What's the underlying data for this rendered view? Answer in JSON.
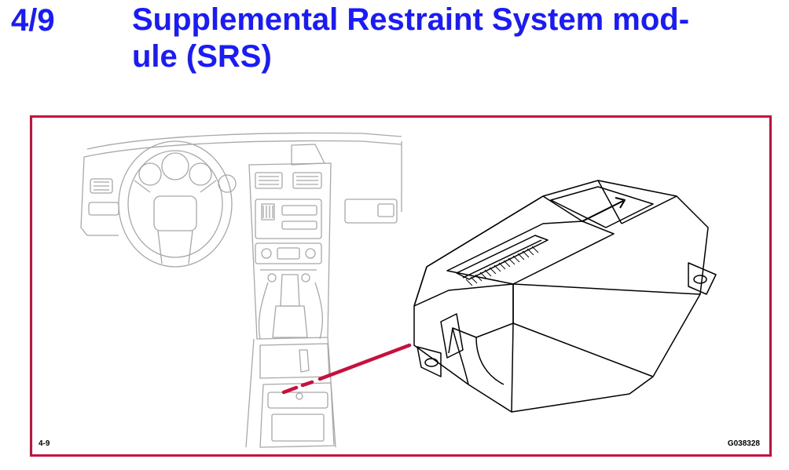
{
  "header": {
    "section_number": "4/9",
    "title_line1": "Supplemental Restraint System mod-",
    "title_line2": "ule (SRS)"
  },
  "figure": {
    "label_left": "4-9",
    "label_right": "G038328",
    "colors": {
      "frame": "#c8103e",
      "leader": "#c8103e",
      "dash_line": "#a8a8a8",
      "module_line": "#000000"
    }
  }
}
